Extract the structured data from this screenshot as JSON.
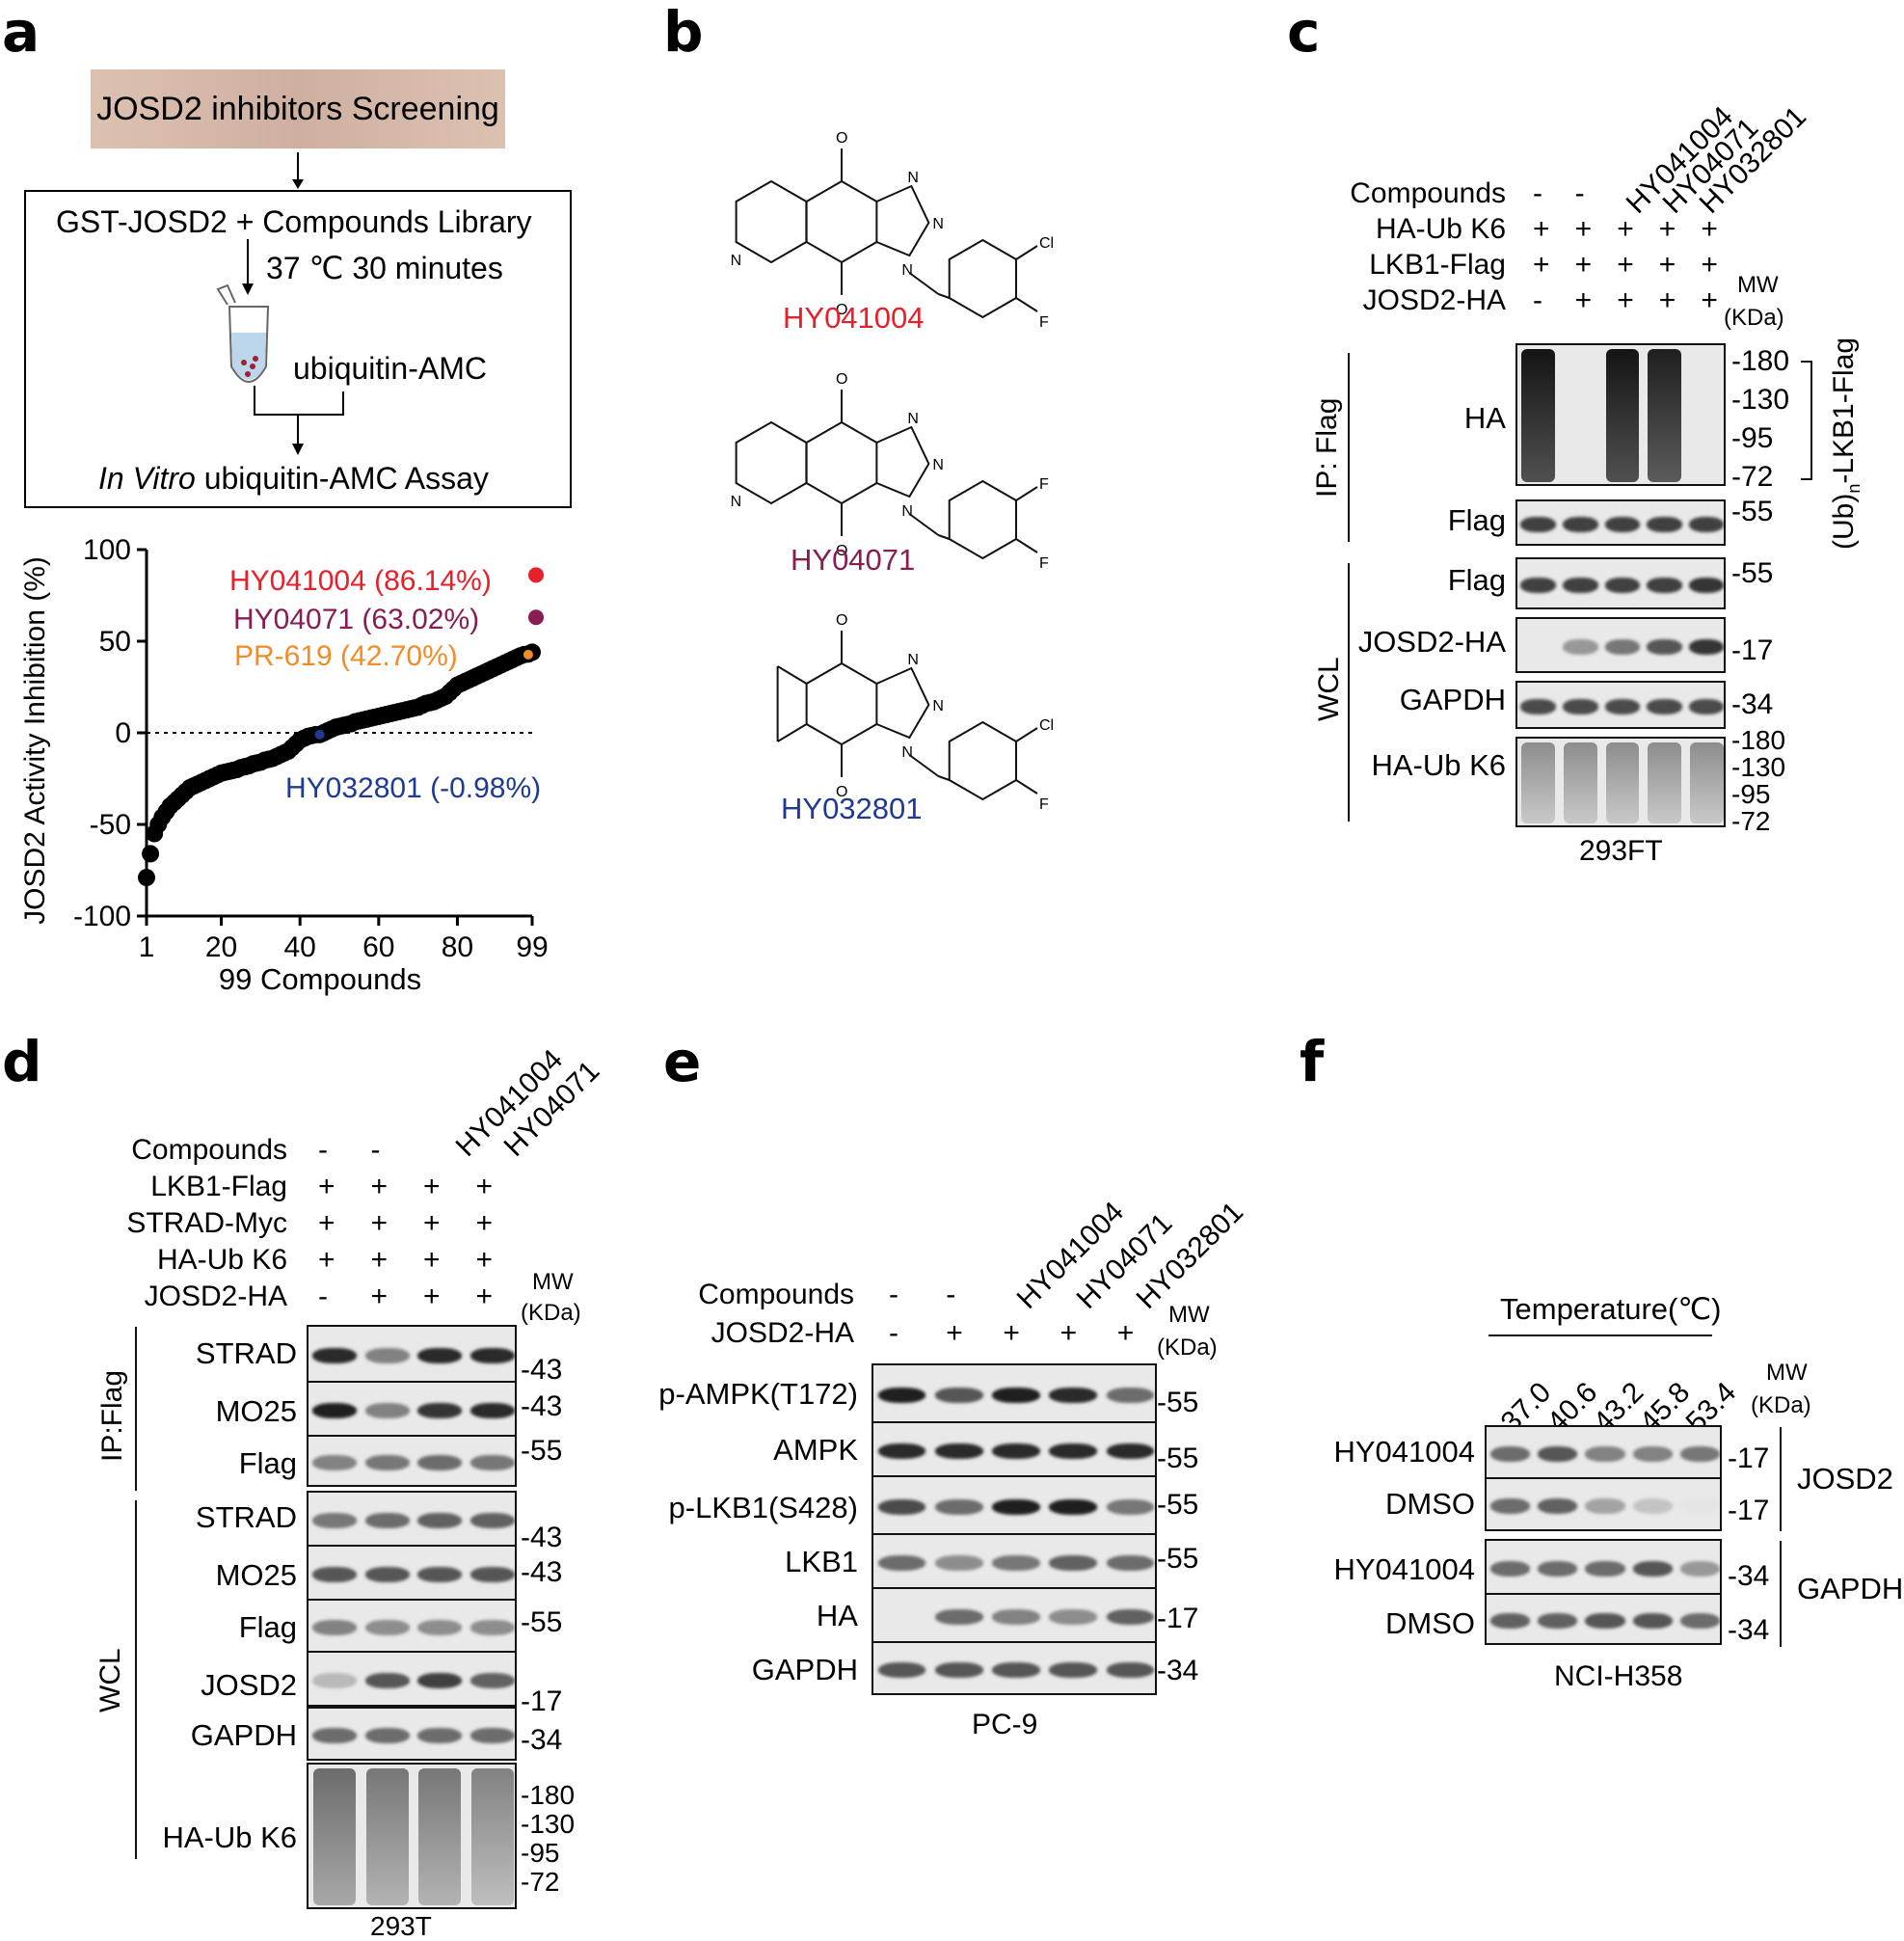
{
  "panels": {
    "a": "a",
    "b": "b",
    "c": "c",
    "d": "d",
    "e": "e",
    "f": "f"
  },
  "a": {
    "screening_title": "JOSD2 inhibitors Screening",
    "box_line1": "GST-JOSD2 + Compounds Library",
    "box_line2": "37 ℃ 30 minutes",
    "box_line3": "ubiquitin-AMC",
    "box_line4_italic": "In Vitro",
    "box_line4_rest": " ubiquitin-AMC Assay"
  },
  "chart_data": {
    "type": "scatter",
    "title": "",
    "xlabel": "99 Compounds",
    "ylabel": "JOSD2  Activity Inhibition (%)",
    "xticks": [
      "1",
      "20",
      "40",
      "60",
      "80",
      "99"
    ],
    "yticks": [
      "100",
      "50",
      "0",
      "-50",
      "-100"
    ],
    "xlim": [
      1,
      99
    ],
    "ylim": [
      -100,
      100
    ],
    "reference_line": 0,
    "highlights": [
      {
        "label": "HY041004 (86.14%)",
        "x": 99,
        "y": 86.14,
        "color": "#e8202a"
      },
      {
        "label": "HY04071 (63.02%)",
        "x": 99,
        "y": 63.02,
        "color": "#8a1c54"
      },
      {
        "label": "PR-619 (42.70%)",
        "x": 98,
        "y": 42.7,
        "color": "#f28c28"
      },
      {
        "label": "HY032801 (-0.98%)",
        "x": 45,
        "y": -0.98,
        "color": "#1f3a93"
      }
    ],
    "series": [
      {
        "values_y": [
          -79,
          -66,
          -55,
          -50,
          -46,
          -43,
          -40,
          -38,
          -36,
          -34,
          -32,
          -30,
          -29,
          -28,
          -27,
          -26,
          -25,
          -24,
          -23,
          -22,
          -21.5,
          -21,
          -20.5,
          -20,
          -19,
          -18.5,
          -18,
          -17,
          -16.5,
          -16,
          -15,
          -14.5,
          -14,
          -13,
          -12,
          -11,
          -10,
          -8,
          -6,
          -4,
          -3,
          -2,
          -1.5,
          -1,
          -0.98,
          0,
          1,
          2,
          3,
          3.5,
          4,
          4.5,
          5,
          6,
          6.5,
          7,
          7.5,
          8,
          8.5,
          9,
          9.5,
          10,
          10.5,
          11,
          11.5,
          12,
          12.5,
          13,
          13.5,
          14,
          15,
          16,
          16.5,
          17,
          18,
          19,
          20,
          22,
          24,
          26,
          27,
          28,
          29,
          30,
          31,
          32,
          33,
          34,
          35,
          36,
          37,
          38,
          39,
          40,
          41,
          42,
          42.7,
          43,
          44
        ]
      }
    ]
  },
  "b": {
    "compounds": [
      {
        "name": "HY041004",
        "color": "#e8202a"
      },
      {
        "name": "HY04071",
        "color": "#8a1c54"
      },
      {
        "name": "HY032801",
        "color": "#1f3a93"
      }
    ],
    "atom_O": "O",
    "atom_N": "N",
    "atom_Cl": "Cl",
    "atom_F": "F"
  },
  "c": {
    "lane_headers": [
      "HY041004",
      "HY04071",
      "HY032801"
    ],
    "rows": [
      {
        "label": "Compounds",
        "signs": [
          "-",
          "-",
          "",
          "",
          ""
        ]
      },
      {
        "label": "HA-Ub K6",
        "signs": [
          "+",
          "+",
          "+",
          "+",
          "+"
        ]
      },
      {
        "label": "LKB1-Flag",
        "signs": [
          "+",
          "+",
          "+",
          "+",
          "+"
        ]
      },
      {
        "label": "JOSD2-HA",
        "signs": [
          "-",
          "+",
          "+",
          "+",
          "+"
        ]
      }
    ],
    "mw_label": "MW",
    "kda_label": "(KDa)",
    "ip_label": "IP: Flag",
    "wcl_label": "WCL",
    "blot_labels": [
      "HA",
      "Flag",
      "Flag",
      "JOSD2-HA",
      "GAPDH",
      "HA-Ub K6"
    ],
    "mw_ha": [
      "180",
      "130",
      "95",
      "72"
    ],
    "mw_flag1": "55",
    "mw_flag2": "55",
    "mw_josd2": "17",
    "mw_gapdh": "34",
    "mw_haub": [
      "180",
      "130",
      "95",
      "72"
    ],
    "ub_prefix": "(Ub)",
    "ub_sub": "n",
    "ub_suffix": "-LKB1-Flag",
    "cell_line": "293FT"
  },
  "d": {
    "lane_headers": [
      "HY041004",
      "HY04071"
    ],
    "rows": [
      {
        "label": "Compounds",
        "signs": [
          "-",
          "-",
          "",
          ""
        ]
      },
      {
        "label": "LKB1-Flag",
        "signs": [
          "+",
          "+",
          "+",
          "+"
        ]
      },
      {
        "label": "STRAD-Myc",
        "signs": [
          "+",
          "+",
          "+",
          "+"
        ]
      },
      {
        "label": "HA-Ub K6",
        "signs": [
          "+",
          "+",
          "+",
          "+"
        ]
      },
      {
        "label": "JOSD2-HA",
        "signs": [
          "-",
          "+",
          "+",
          "+"
        ]
      }
    ],
    "mw_label": "MW",
    "kda_label": "(KDa)",
    "ip_label": "IP:Flag",
    "wcl_label": "WCL",
    "blot_labels": [
      "STRAD",
      "MO25",
      "Flag",
      "STRAD",
      "MO25",
      "Flag",
      "JOSD2",
      "GAPDH",
      "HA-Ub K6"
    ],
    "mw": [
      "43",
      "43",
      "55",
      "43",
      "43",
      "55",
      "17",
      "34"
    ],
    "mw_haub": [
      "180",
      "130",
      "95",
      "72"
    ],
    "cell_line": "293T"
  },
  "e": {
    "lane_headers": [
      "HY041004",
      "HY04071",
      "HY032801"
    ],
    "rows": [
      {
        "label": "Compounds",
        "signs": [
          "-",
          "-",
          "",
          "",
          ""
        ]
      },
      {
        "label": "JOSD2-HA",
        "signs": [
          "-",
          "+",
          "+",
          "+",
          "+"
        ]
      }
    ],
    "mw_label": "MW",
    "kda_label": "(KDa)",
    "blot_labels": [
      "p-AMPK(T172)",
      "AMPK",
      "p-LKB1(S428)",
      "LKB1",
      "HA",
      "GAPDH"
    ],
    "mw": [
      "55",
      "55",
      "55",
      "55",
      "17",
      "34"
    ],
    "cell_line": "PC-9"
  },
  "f": {
    "temperature_label": "Temperature(℃)",
    "temperatures": [
      "37.0",
      "40.6",
      "43.2",
      "45.8",
      "53.4"
    ],
    "mw_label": "MW",
    "kda_label": "(KDa)",
    "blot_labels": [
      "HY041004",
      "DMSO",
      "HY041004",
      "DMSO"
    ],
    "mw": [
      "17",
      "17",
      "34",
      "34"
    ],
    "group_labels": [
      "JOSD2",
      "GAPDH"
    ],
    "cell_line": "NCI-H358"
  }
}
